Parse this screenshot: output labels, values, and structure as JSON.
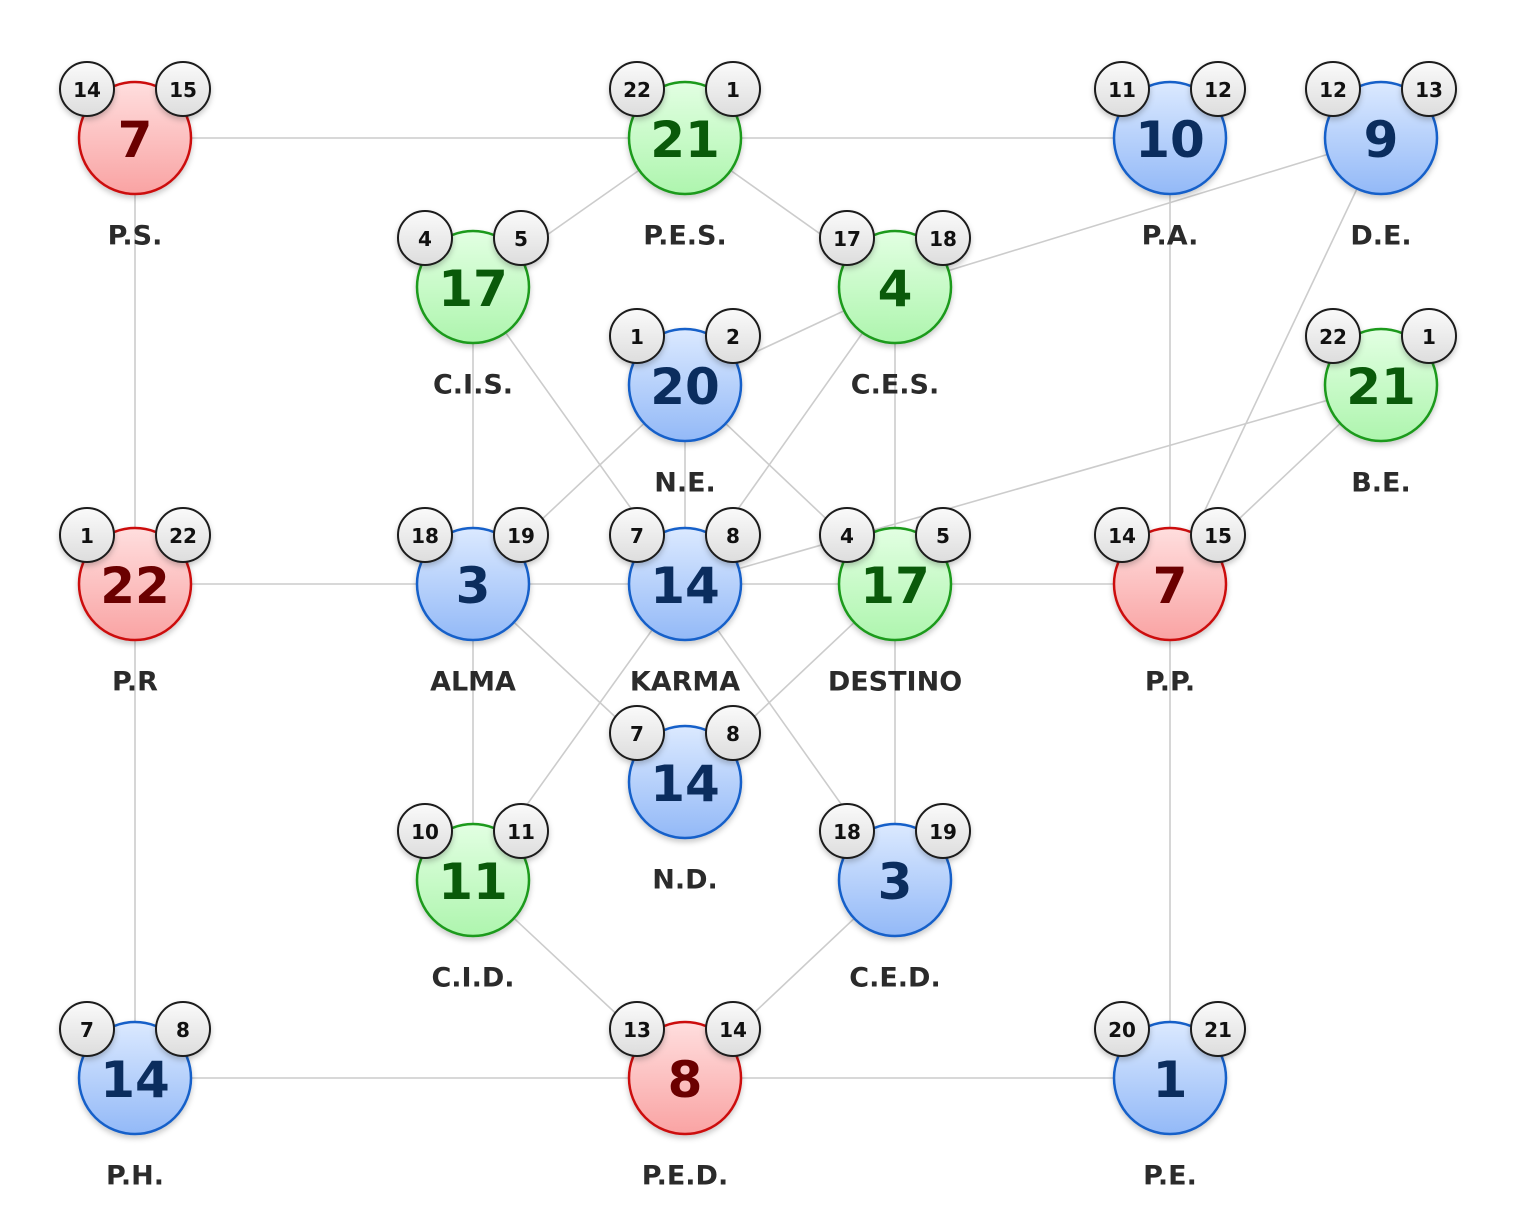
{
  "colors": {
    "red": {
      "fill_top": "#ffdede",
      "fill_bottom": "#f9a3a3",
      "stroke": "#cc1111",
      "text": "#6b0000"
    },
    "green": {
      "fill_top": "#e2ffe2",
      "fill_bottom": "#aef5ae",
      "stroke": "#1a9a1a",
      "text": "#0a5a0a"
    },
    "blue": {
      "fill_top": "#dbe9ff",
      "fill_bottom": "#93b9f7",
      "stroke": "#1560c9",
      "text": "#0b2d5e"
    },
    "edge": "#cccccc",
    "small_fill": "#eeeeee",
    "label": "#2b2b2b"
  },
  "nodes": [
    {
      "id": "ps",
      "label": "P.S.",
      "value": "7",
      "color": "red",
      "small": [
        "14",
        "15"
      ]
    },
    {
      "id": "pes",
      "label": "P.E.S.",
      "value": "21",
      "color": "green",
      "small": [
        "22",
        "1"
      ]
    },
    {
      "id": "pa",
      "label": "P.A.",
      "value": "10",
      "color": "blue",
      "small": [
        "11",
        "12"
      ]
    },
    {
      "id": "de",
      "label": "D.E.",
      "value": "9",
      "color": "blue",
      "small": [
        "12",
        "13"
      ]
    },
    {
      "id": "cis",
      "label": "C.I.S.",
      "value": "17",
      "color": "green",
      "small": [
        "4",
        "5"
      ]
    },
    {
      "id": "ces",
      "label": "C.E.S.",
      "value": "4",
      "color": "green",
      "small": [
        "17",
        "18"
      ]
    },
    {
      "id": "ne",
      "label": "N.E.",
      "value": "20",
      "color": "blue",
      "small": [
        "1",
        "2"
      ]
    },
    {
      "id": "be",
      "label": "B.E.",
      "value": "21",
      "color": "green",
      "small": [
        "22",
        "1"
      ]
    },
    {
      "id": "pr",
      "label": "P.R",
      "value": "22",
      "color": "red",
      "small": [
        "1",
        "22"
      ]
    },
    {
      "id": "alma",
      "label": "ALMA",
      "value": "3",
      "color": "blue",
      "small": [
        "18",
        "19"
      ]
    },
    {
      "id": "karma",
      "label": "KARMA",
      "value": "14",
      "color": "blue",
      "small": [
        "7",
        "8"
      ]
    },
    {
      "id": "destino",
      "label": "DESTINO",
      "value": "17",
      "color": "green",
      "small": [
        "4",
        "5"
      ]
    },
    {
      "id": "pp",
      "label": "P.P.",
      "value": "7",
      "color": "red",
      "small": [
        "14",
        "15"
      ]
    },
    {
      "id": "nd",
      "label": "N.D.",
      "value": "14",
      "color": "blue",
      "small": [
        "7",
        "8"
      ]
    },
    {
      "id": "cid",
      "label": "C.I.D.",
      "value": "11",
      "color": "green",
      "small": [
        "10",
        "11"
      ]
    },
    {
      "id": "ced",
      "label": "C.E.D.",
      "value": "3",
      "color": "blue",
      "small": [
        "18",
        "19"
      ]
    },
    {
      "id": "ph",
      "label": "P.H.",
      "value": "14",
      "color": "blue",
      "small": [
        "7",
        "8"
      ]
    },
    {
      "id": "ped",
      "label": "P.E.D.",
      "value": "8",
      "color": "red",
      "small": [
        "13",
        "14"
      ]
    },
    {
      "id": "pe",
      "label": "P.E.",
      "value": "1",
      "color": "blue",
      "small": [
        "20",
        "21"
      ]
    }
  ],
  "edges": [
    [
      "ps",
      "pes"
    ],
    [
      "pes",
      "pa"
    ],
    [
      "ps",
      "pr"
    ],
    [
      "pr",
      "ph"
    ],
    [
      "pes",
      "cis"
    ],
    [
      "pes",
      "ces"
    ],
    [
      "de",
      "ces"
    ],
    [
      "de",
      "pp"
    ],
    [
      "pa",
      "pp"
    ],
    [
      "pp",
      "pe"
    ],
    [
      "ces",
      "ne"
    ],
    [
      "ces",
      "karma"
    ],
    [
      "ces",
      "destino"
    ],
    [
      "cis",
      "alma"
    ],
    [
      "cis",
      "karma"
    ],
    [
      "ne",
      "alma"
    ],
    [
      "ne",
      "karma"
    ],
    [
      "ne",
      "destino"
    ],
    [
      "be",
      "karma"
    ],
    [
      "be",
      "pp"
    ],
    [
      "pr",
      "alma"
    ],
    [
      "alma",
      "karma"
    ],
    [
      "karma",
      "destino"
    ],
    [
      "destino",
      "pp"
    ],
    [
      "alma",
      "nd"
    ],
    [
      "destino",
      "nd"
    ],
    [
      "alma",
      "cid"
    ],
    [
      "karma",
      "cid"
    ],
    [
      "karma",
      "ced"
    ],
    [
      "destino",
      "ced"
    ],
    [
      "cid",
      "ped"
    ],
    [
      "ced",
      "ped"
    ],
    [
      "ph",
      "ped"
    ],
    [
      "ped",
      "pe"
    ]
  ]
}
